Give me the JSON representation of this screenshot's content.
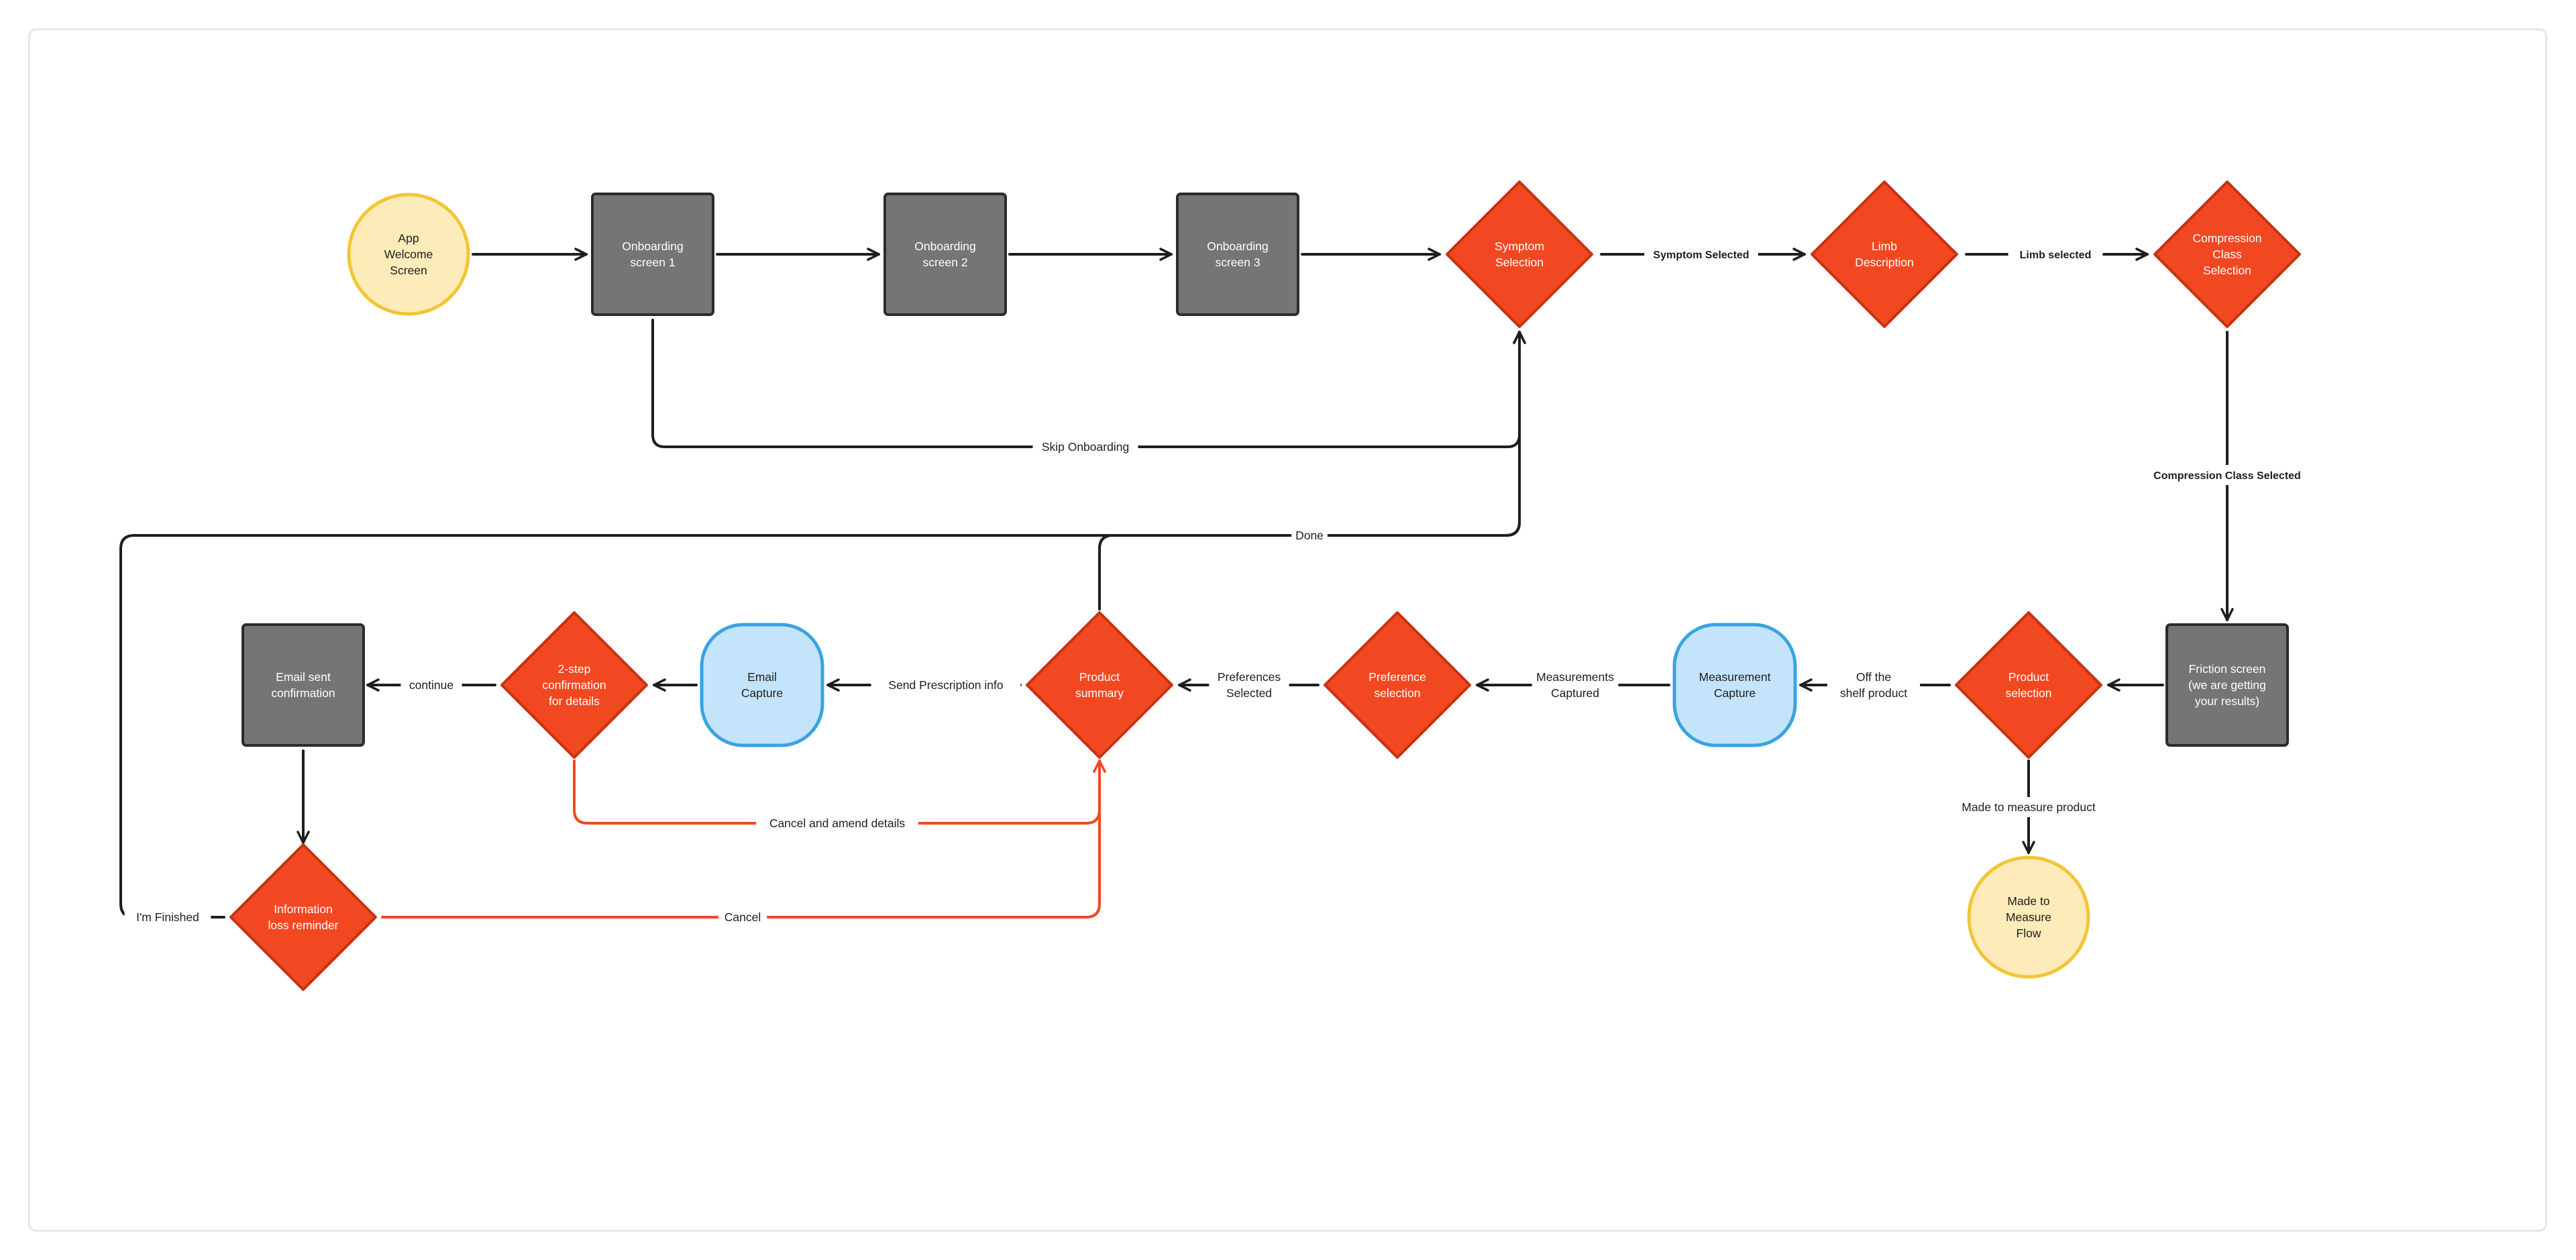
{
  "colors": {
    "start_fill": "#fdebb9",
    "start_stroke": "#f3c535",
    "screen_fill": "#757575",
    "screen_stroke": "#2b2b2b",
    "decision_fill": "#f24822",
    "decision_stroke": "#c73211",
    "capture_fill": "#c4e4fc",
    "capture_stroke": "#3aa3e0",
    "edge": "#1e1e1e",
    "edge_cancel": "#f24822",
    "text_dark": "#1e1e1e",
    "text_light": "#ffffff"
  },
  "nodes": {
    "app_welcome": {
      "lines": [
        "App",
        "Welcome",
        "Screen"
      ],
      "shape": "circle"
    },
    "onboarding_1": {
      "lines": [
        "Onboarding",
        "screen 1"
      ],
      "shape": "screen"
    },
    "onboarding_2": {
      "lines": [
        "Onboarding",
        "screen 2"
      ],
      "shape": "screen"
    },
    "onboarding_3": {
      "lines": [
        "Onboarding",
        "screen 3"
      ],
      "shape": "screen"
    },
    "symptom_selection": {
      "lines": [
        "Symptom",
        "Selection"
      ],
      "shape": "diamond"
    },
    "limb_description": {
      "lines": [
        "Limb",
        "Description"
      ],
      "shape": "diamond"
    },
    "compression_class_selection": {
      "lines": [
        "Compression",
        "Class",
        "Selection"
      ],
      "shape": "diamond"
    },
    "friction_screen": {
      "lines": [
        "Friction screen",
        "(we are getting",
        "your results)"
      ],
      "shape": "screen"
    },
    "product_selection": {
      "lines": [
        "Product",
        "selection"
      ],
      "shape": "diamond"
    },
    "measurement_capture": {
      "lines": [
        "Measurement",
        "Capture"
      ],
      "shape": "capture"
    },
    "preference_selection": {
      "lines": [
        "Preference",
        "selection"
      ],
      "shape": "diamond"
    },
    "product_summary": {
      "lines": [
        "Product",
        "summary"
      ],
      "shape": "diamond"
    },
    "email_capture": {
      "lines": [
        "Email",
        "Capture"
      ],
      "shape": "capture"
    },
    "two_step_confirmation": {
      "lines": [
        "2-step",
        "confirmation",
        "for details"
      ],
      "shape": "diamond"
    },
    "email_sent_confirmation": {
      "lines": [
        "Email sent",
        "confirmation"
      ],
      "shape": "screen"
    },
    "information_loss_reminder": {
      "lines": [
        "Information",
        "loss reminder"
      ],
      "shape": "diamond"
    },
    "made_to_measure_flow": {
      "lines": [
        "Made to",
        "Measure",
        "Flow"
      ],
      "shape": "circle"
    }
  },
  "edges": {
    "symptom_selected": {
      "lines": [
        "Symptom Selected"
      ]
    },
    "limb_selected": {
      "lines": [
        "Limb selected"
      ]
    },
    "compression_class_selected": {
      "lines": [
        "Compression Class Selected"
      ]
    },
    "skip_onboarding": {
      "lines": [
        "Skip Onboarding"
      ]
    },
    "done": {
      "lines": [
        "Done"
      ]
    },
    "off_the_shelf_product": {
      "lines": [
        "Off the",
        "shelf product"
      ]
    },
    "made_to_measure_product": {
      "lines": [
        "Made to measure product"
      ]
    },
    "measurements_captured": {
      "lines": [
        "Measurements",
        "Captured"
      ]
    },
    "preferences_selected": {
      "lines": [
        "Preferences",
        "Selected"
      ]
    },
    "send_prescription_info": {
      "lines": [
        "Send Prescription info"
      ]
    },
    "continue": {
      "lines": [
        "continue"
      ]
    },
    "cancel_and_amend_details": {
      "lines": [
        "Cancel and amend details"
      ]
    },
    "cancel": {
      "lines": [
        "Cancel"
      ]
    },
    "im_finished": {
      "lines": [
        "I'm Finished"
      ]
    }
  }
}
